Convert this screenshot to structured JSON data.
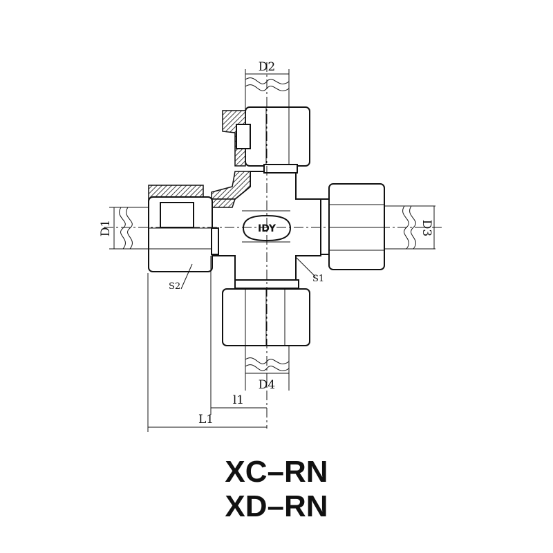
{
  "drawing": {
    "dimensions": {
      "d1": "D1",
      "d2": "D2",
      "d3": "D3",
      "d4": "D4",
      "s1": "S1",
      "s2": "S2",
      "l1_small": "l1",
      "l1_large": "L1"
    },
    "logo_text": "IDY"
  },
  "titles": [
    "XC–RN",
    "XD–RN"
  ]
}
